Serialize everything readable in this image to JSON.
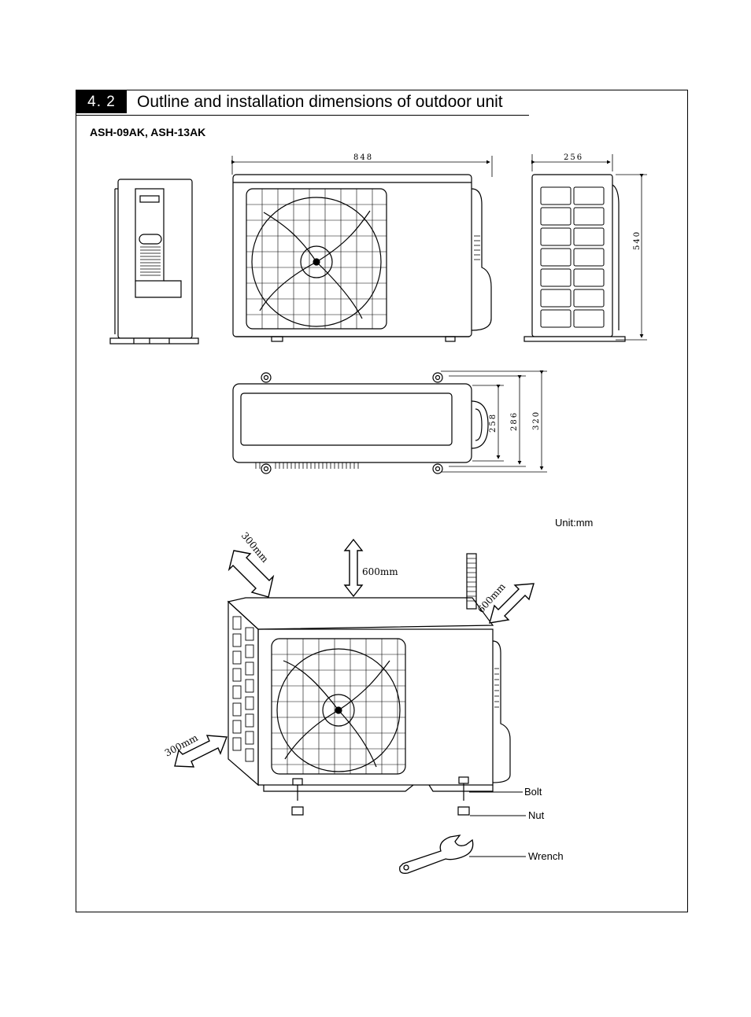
{
  "section": {
    "number": "4. 2",
    "title": "Outline and installation dimensions of outdoor unit"
  },
  "models": "ASH-09AK, ASH-13AK",
  "dimensions": {
    "width": "848",
    "depth": "256",
    "height": "540",
    "d1": "258",
    "d2": "286",
    "d3": "320"
  },
  "unit_label": "Unit:mm",
  "clearances": {
    "top": "600mm",
    "back_left": "300mm",
    "back_right": "600mm",
    "left_side": "300mm"
  },
  "parts": {
    "bolt": "Bolt",
    "nut": "Nut",
    "wrench": "Wrench"
  }
}
